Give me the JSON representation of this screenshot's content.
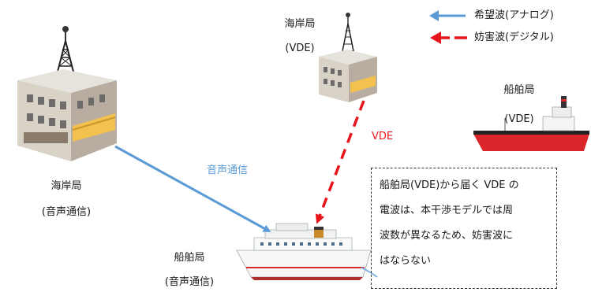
{
  "legend": {
    "desired_wave": "希望波(アナログ)",
    "interference_wave": "妨害波(デジタル)"
  },
  "stations": {
    "coast_vde": {
      "name": "海岸局",
      "type": "(VDE)"
    },
    "ship_vde": {
      "name": "船舶局",
      "type": "(VDE)"
    },
    "coast_voice": {
      "name": "海岸局",
      "type": "(音声通信)"
    },
    "ship_voice": {
      "name": "船舶局",
      "type": "(音声通信)"
    }
  },
  "links": {
    "voice_label": "音声通信",
    "vde_label": "VDE"
  },
  "note": {
    "lines": [
      "船舶局(VDE)から届く VDE の",
      "電波は、本干渉モデルでは周",
      "波数が異なるため、妨害波に",
      "はならない"
    ]
  },
  "colors": {
    "desired": "#5b9bd5",
    "interference": "#e8161c"
  }
}
